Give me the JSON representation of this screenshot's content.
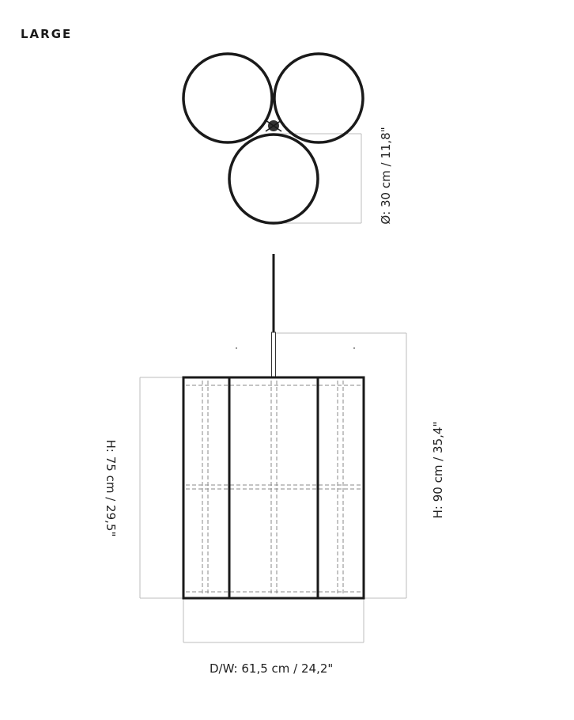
{
  "title": "LARGE",
  "dimensions": {
    "diameter": "Ø: 30 cm / 11,8\"",
    "shade_height": "H: 75 cm / 29,5\"",
    "total_height": "H: 90 cm / 35,4\"",
    "width": "D/W: 61,5 cm / 24,2\""
  },
  "colors": {
    "line": "#1a1a1a",
    "dimension_line": "#bdbdbd"
  }
}
